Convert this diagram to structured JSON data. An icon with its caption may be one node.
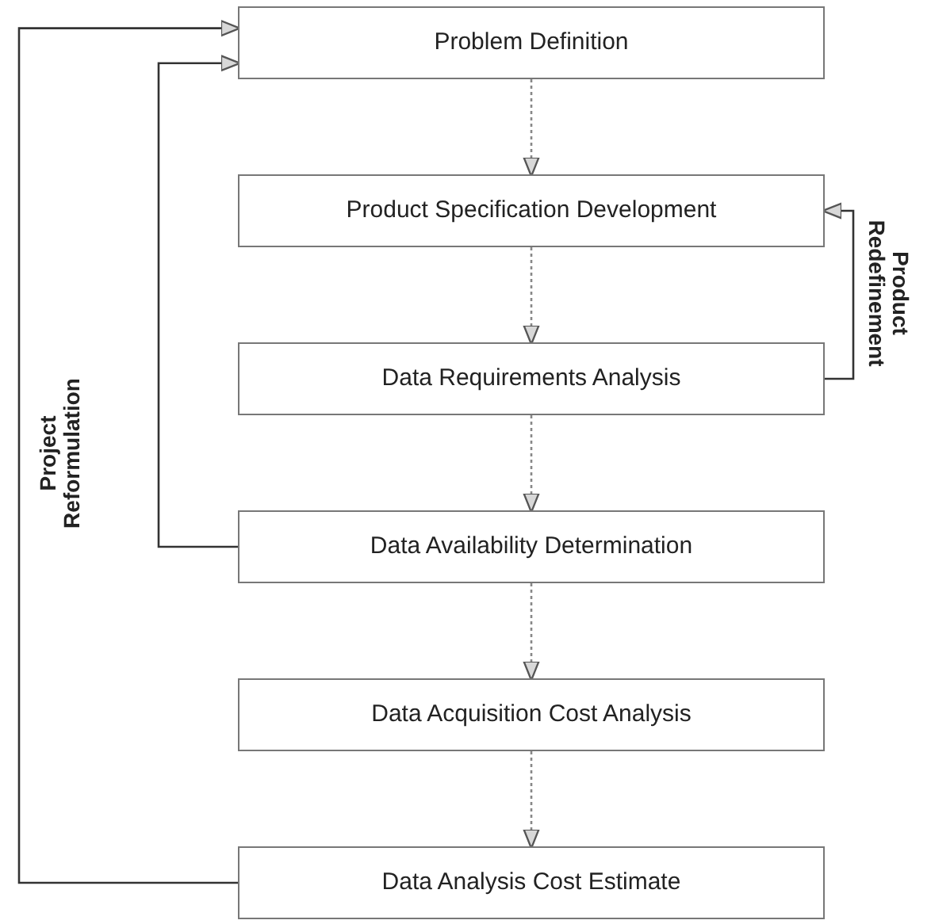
{
  "diagram": {
    "nodes": [
      {
        "text": [
          "Problem Definition"
        ]
      },
      {
        "text": [
          "Product Specification Development"
        ]
      },
      {
        "text": [
          "Data Requirements Analysis"
        ]
      },
      {
        "text": [
          "Data Availability Determination"
        ]
      },
      {
        "text": [
          "Data Acquisition Cost Analysis"
        ]
      },
      {
        "text": [
          "Data Analysis Cost Estimate"
        ]
      }
    ],
    "edges": [
      {
        "from": 0,
        "to": 1,
        "arrow": "to",
        "style": "dashed"
      },
      {
        "from": 1,
        "to": 2,
        "arrow": "to",
        "style": "dashed"
      },
      {
        "from": 2,
        "to": 3,
        "arrow": "to",
        "style": "dashed"
      },
      {
        "from": 3,
        "to": 4,
        "arrow": "to",
        "style": "dashed"
      },
      {
        "from": 4,
        "to": 5,
        "arrow": "to",
        "style": "dashed"
      },
      {
        "from": 2,
        "to": 1,
        "arrow": "to",
        "label": "Product Redefinement"
      },
      {
        "from": 3,
        "to": 0,
        "arrow": "to"
      },
      {
        "from": 5,
        "to": 0,
        "arrow": "to",
        "label": "Project Reformulation"
      }
    ]
  }
}
